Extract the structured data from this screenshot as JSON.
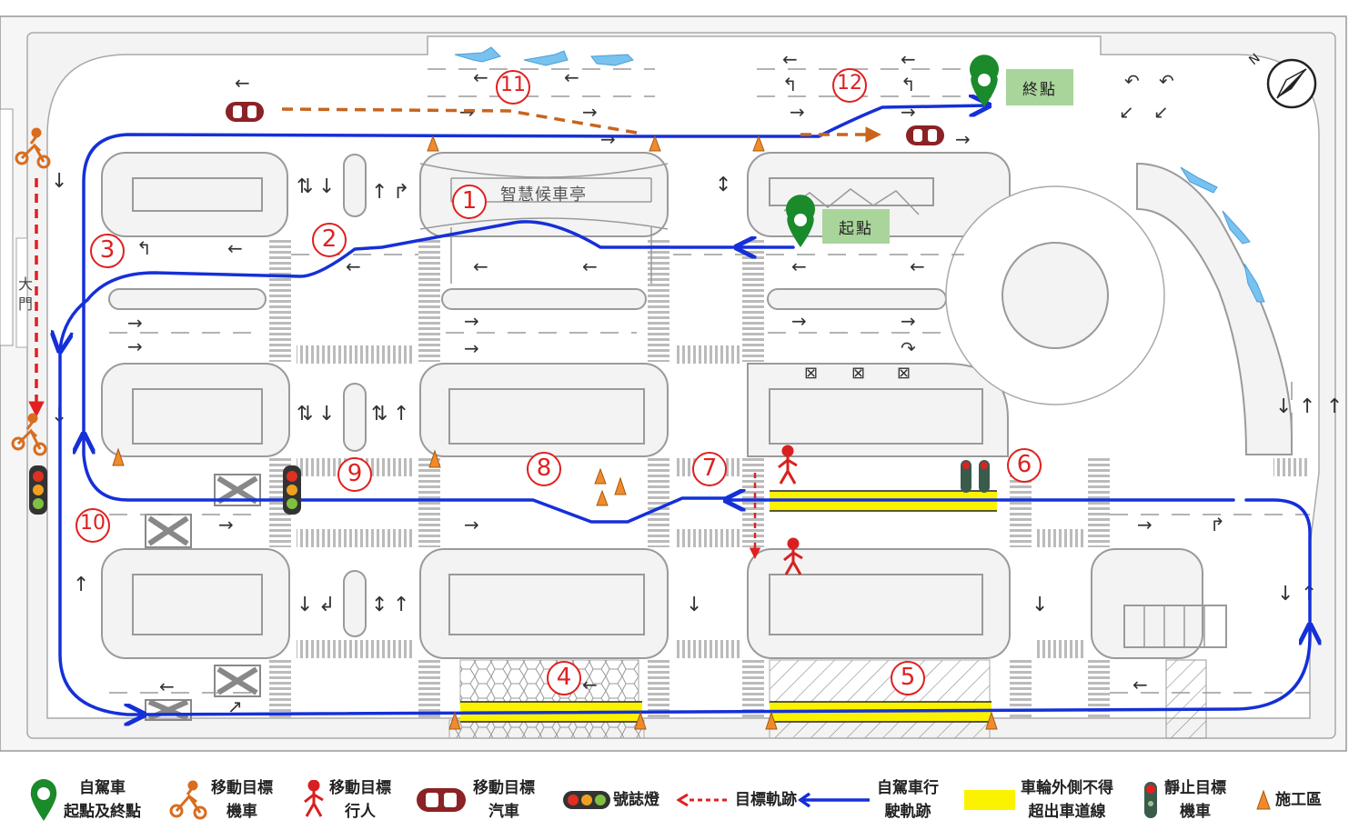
{
  "map": {
    "gate_label": "大門",
    "kiosk_label": "智慧候車亭",
    "start_label": "起點",
    "end_label": "終點",
    "checkpoints": [
      "1",
      "2",
      "3",
      "4",
      "5",
      "6",
      "7",
      "8",
      "9",
      "10",
      "11",
      "12"
    ]
  },
  "legend": [
    {
      "icon": "map-pin-icon",
      "line1": "自駕車",
      "line2": "起點及終點"
    },
    {
      "icon": "motorcycle-icon",
      "line1": "移動目標",
      "line2": "機車"
    },
    {
      "icon": "pedestrian-icon",
      "line1": "移動目標",
      "line2": "行人"
    },
    {
      "icon": "car-icon",
      "line1": "移動目標",
      "line2": "汽車"
    },
    {
      "icon": "traffic-light-icon",
      "line1": "號誌燈",
      "line2": ""
    },
    {
      "icon": "dashed-arrow-icon",
      "line1": "目標軌跡",
      "line2": ""
    },
    {
      "icon": "blue-arrow-icon",
      "line1": "自駕車行",
      "line2": "駛軌跡"
    },
    {
      "icon": "yellow-bar-icon",
      "line1": "車輪外側不得",
      "line2": "超出車道線"
    },
    {
      "icon": "parked-scooter-icon",
      "line1": "靜止目標",
      "line2": "機車"
    },
    {
      "icon": "cone-icon",
      "line1": "施工區",
      "line2": ""
    }
  ],
  "colors": {
    "route": "#1530d8",
    "target": "#e02020",
    "yellow": "#fbf200",
    "cone": "#f08a2c",
    "start": "#1a8a2a",
    "tag": "#a9d59b",
    "road": "#9a9a9a"
  }
}
